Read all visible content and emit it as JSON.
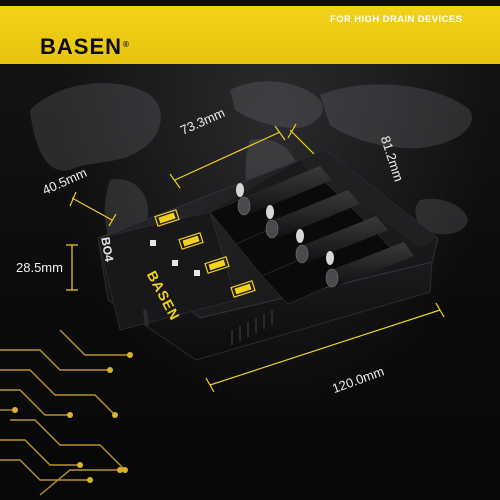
{
  "header": {
    "tagline": "FOR HIGH DRAIN DEVICES",
    "brand": "BASEN",
    "registered_mark": "®"
  },
  "device": {
    "model_label": "BO4",
    "front_brand": "BASEN",
    "slot_count": 4
  },
  "dimensions": {
    "width": "73.3mm",
    "depth": "81.2mm",
    "side_depth": "40.5mm",
    "height": "28.5mm",
    "length": "120.0mm"
  },
  "colors": {
    "accent_yellow": "#f2d21a",
    "background": "#0b0b0c",
    "device_body": "#1b1b1d"
  }
}
